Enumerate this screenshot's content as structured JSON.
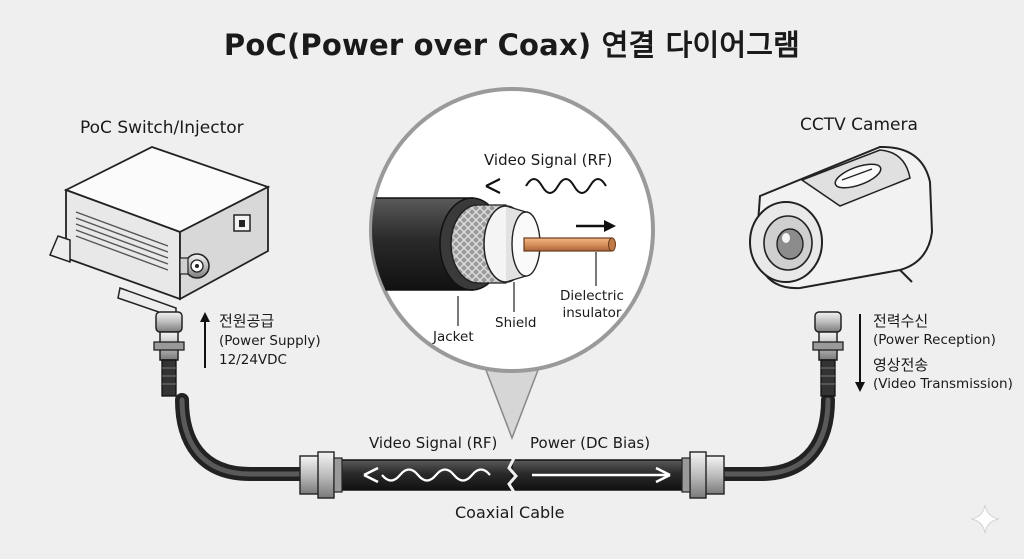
{
  "title": "PoC(Power over Coax) 연결 다이어그램",
  "devices": {
    "switch_label": "PoC Switch/Injector",
    "camera_label": "CCTV Camera"
  },
  "power_supply": {
    "heading": "전원공급",
    "english": "(Power Supply)",
    "voltage": "12/24VDC"
  },
  "camera_side": {
    "reception_heading": "전력수신",
    "reception_english": "(Power Reception)",
    "transmission_heading": "영상전송",
    "transmission_english": "(Video Transmission)"
  },
  "cable_detail": {
    "signal_label": "Video Signal (RF)",
    "jacket": "Jacket",
    "shield": "Shield",
    "dielectric": "Dielectric\ninsulator"
  },
  "cable": {
    "video_label": "Video Signal (RF)",
    "power_label": "Power (DC Bias)",
    "name": "Coaxial Cable"
  },
  "colors": {
    "background": "#efefef",
    "cable": "#2b2b2b",
    "copper": "#d9915c",
    "dielectric": "#f4f4f4"
  }
}
